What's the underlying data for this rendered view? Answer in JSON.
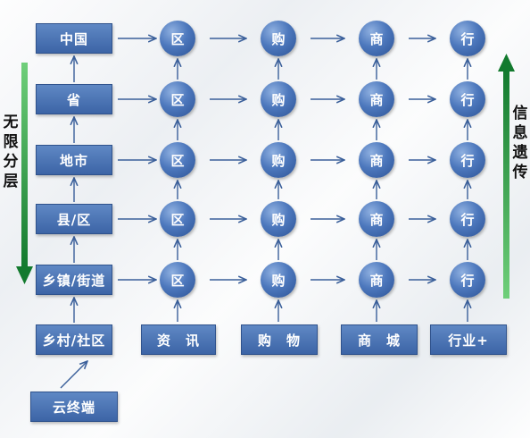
{
  "levels": [
    "中国",
    "省",
    "地市",
    "县/区",
    "乡镇/街道"
  ],
  "village": "乡村/社区",
  "cloud": "云终端",
  "columns": {
    "nodes": [
      "区",
      "购",
      "商",
      "行"
    ],
    "bottom_labels": [
      "资　讯",
      "购　物",
      "商　城",
      "行业+"
    ]
  },
  "left_side": [
    "无",
    "限",
    "分",
    "层"
  ],
  "right_side": [
    "信",
    "息",
    "遗",
    "传"
  ],
  "colors": {
    "box": "#4a72b4",
    "node": "#4d78bd",
    "arrow": "#3a5f9a",
    "bar": "#1e8a3a"
  }
}
